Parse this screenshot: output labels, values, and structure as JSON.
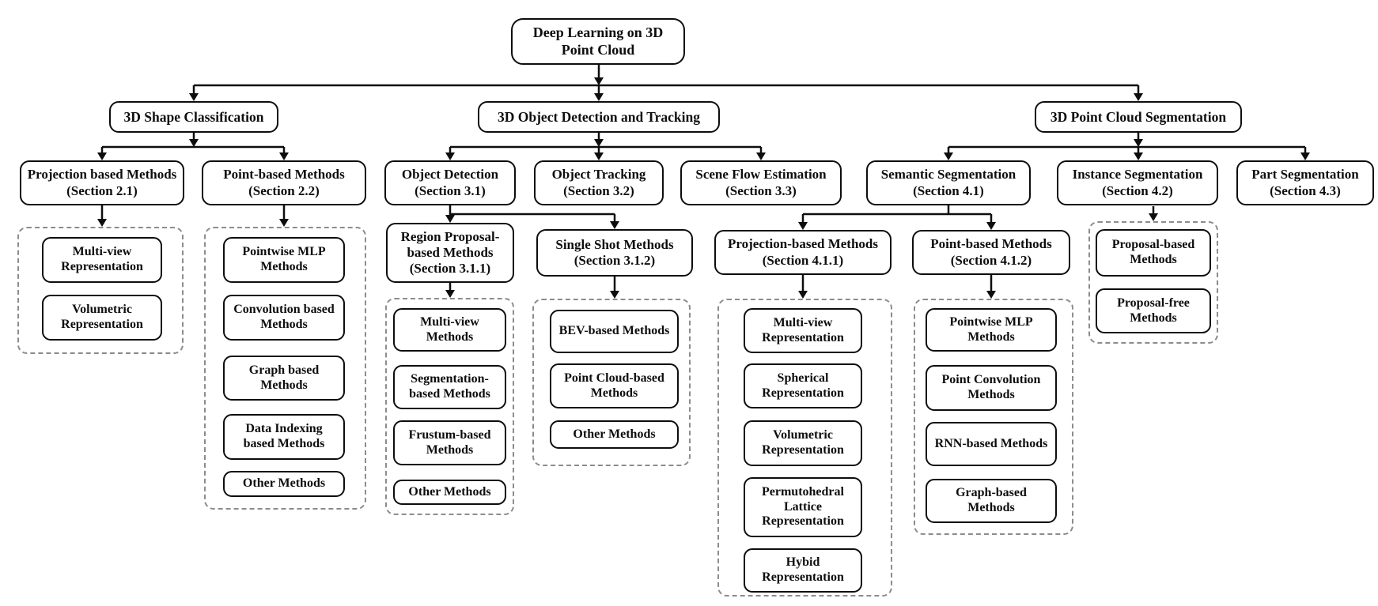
{
  "diagram": {
    "title_hint": "Taxonomy of deep learning methods on 3D point clouds",
    "colors": {
      "box_border": "#0d0d0d",
      "connector": "#0d0d0d",
      "group_border": "#8c8c8c",
      "background": "#ffffff",
      "text": "#0d0d0d"
    },
    "root": "Deep Learning on 3D Point Cloud",
    "branches": [
      {
        "label": "3D Shape Classification",
        "children": [
          {
            "label": "Projection based Methods (Section 2.1)",
            "items": [
              "Multi-view Representation",
              "Volumetric Representation"
            ]
          },
          {
            "label": "Point-based Methods (Section 2.2)",
            "items": [
              "Pointwise MLP Methods",
              "Convolution based Methods",
              "Graph based Methods",
              "Data Indexing based Methods",
              "Other Methods"
            ]
          }
        ]
      },
      {
        "label": "3D Object Detection and Tracking",
        "children": [
          {
            "label": "Object Detection (Section 3.1)",
            "children": [
              {
                "label": "Region Proposal-based Methods (Section 3.1.1)",
                "items": [
                  "Multi-view Methods",
                  "Segmentation-based Methods",
                  "Frustum-based Methods",
                  "Other Methods"
                ]
              },
              {
                "label": "Single Shot Methods (Section 3.1.2)",
                "items": [
                  "BEV-based Methods",
                  "Point Cloud-based Methods",
                  "Other Methods"
                ]
              }
            ]
          },
          {
            "label": "Object Tracking (Section 3.2)"
          },
          {
            "label": "Scene Flow Estimation (Section 3.3)"
          }
        ]
      },
      {
        "label": "3D Point Cloud Segmentation",
        "children": [
          {
            "label": "Semantic Segmentation (Section 4.1)",
            "children": [
              {
                "label": "Projection-based Methods (Section 4.1.1)",
                "items": [
                  "Multi-view Representation",
                  "Spherical Representation",
                  "Volumetric Representation",
                  "Permutohedral Lattice Representation",
                  "Hybid Representation"
                ]
              },
              {
                "label": "Point-based Methods (Section 4.1.2)",
                "items": [
                  "Pointwise MLP Methods",
                  "Point Convolution Methods",
                  "RNN-based Methods",
                  "Graph-based Methods"
                ]
              }
            ]
          },
          {
            "label": "Instance Segmentation (Section 4.2)",
            "items": [
              "Proposal-based Methods",
              "Proposal-free Methods"
            ]
          },
          {
            "label": "Part Segmentation (Section 4.3)"
          }
        ]
      }
    ]
  }
}
